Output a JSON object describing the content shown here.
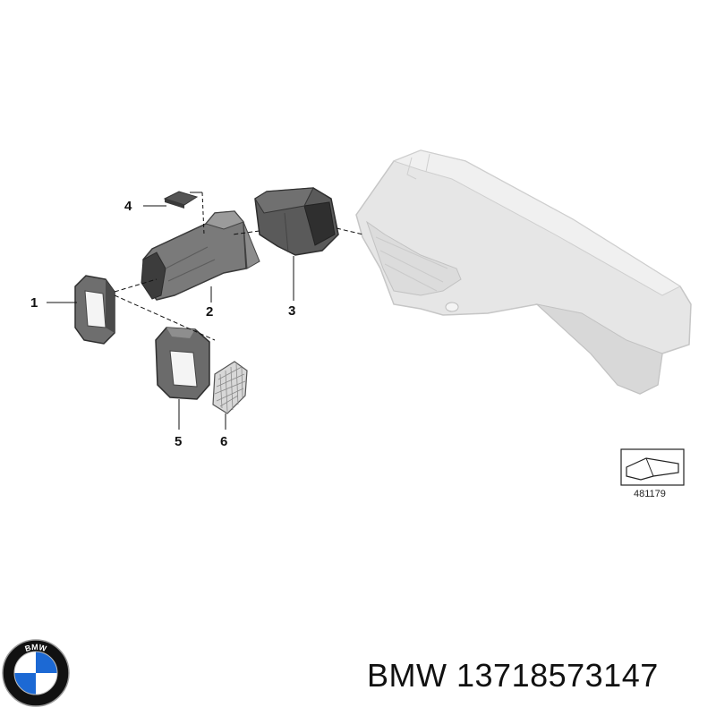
{
  "callouts": {
    "c1": "1",
    "c2": "2",
    "c3": "3",
    "c4": "4",
    "c5": "5",
    "c6": "6"
  },
  "reference_number": "481179",
  "caption": {
    "brand": "BMW",
    "part_number": "13718573147"
  },
  "logo": {
    "text": "BMW",
    "colors": {
      "blue": "#1c69d4",
      "ring": "#111111",
      "white": "#ffffff"
    }
  },
  "colors": {
    "part_dark": "#4a4a4a",
    "part_mid": "#8a8a8a",
    "airbox": "#e3e3e3",
    "airbox_edge": "#c4c4c4"
  }
}
